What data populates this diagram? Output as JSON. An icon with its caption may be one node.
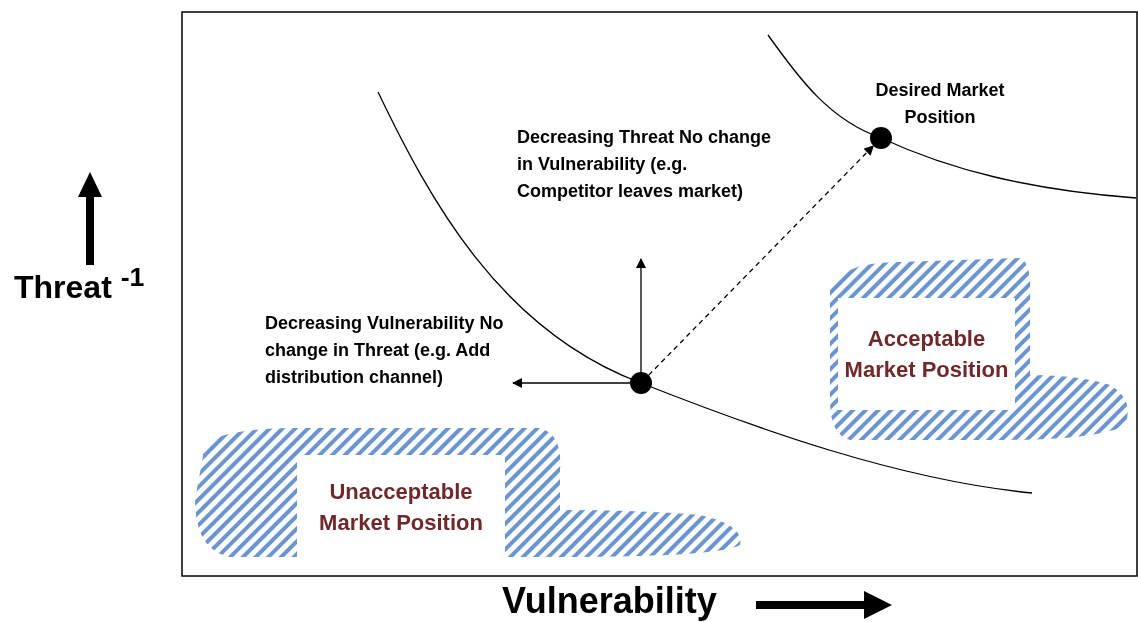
{
  "diagram": {
    "nodes": [
      {
        "text": [],
        "shape": "circle"
      },
      {
        "text": [],
        "shape": "circle",
        "beside": [
          "Desired Market Position"
        ]
      },
      {
        "text": [
          "Decreasing Threat No change in Vulnerability (e.g. Competitor leaves market)"
        ]
      },
      {
        "text": [
          "Decreasing Vulnerability No change in Threat (e.g. Add distribution channel)"
        ]
      },
      {
        "text": [
          "Unacceptable Market Position"
        ]
      },
      {
        "text": [
          "Acceptable Market Position"
        ]
      }
    ],
    "edges": [
      {
        "from": 0,
        "to": 2,
        "arrow": "to"
      },
      {
        "from": 0,
        "to": 3,
        "arrow": "to"
      },
      {
        "from": 0,
        "to": 1,
        "arrow": "to",
        "style": "dashed"
      }
    ],
    "labels": [
      "Threat $^{-1}$",
      "Vulnerability"
    ]
  }
}
